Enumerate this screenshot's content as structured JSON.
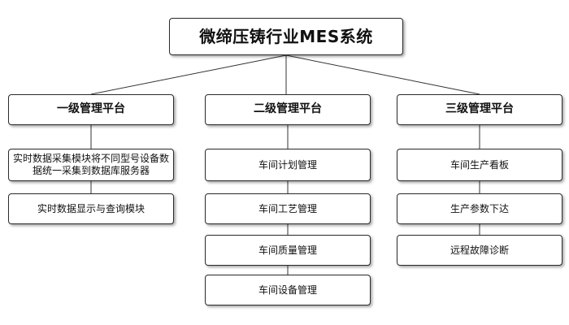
{
  "root": {
    "title": "微缔压铸行业MES系统"
  },
  "platforms": [
    {
      "title": "一级管理平台",
      "items": [
        "实时数据采集模块将不同型号设备数据统一采集到数据库服务器",
        "实时数据显示与查询模块"
      ]
    },
    {
      "title": "二级管理平台",
      "items": [
        "车间计划管理",
        "车间工艺管理",
        "车间质量管理",
        "车间设备管理"
      ]
    },
    {
      "title": "三级管理平台",
      "items": [
        "车间生产看板",
        "生产参数下达",
        "远程故障诊断"
      ]
    }
  ]
}
